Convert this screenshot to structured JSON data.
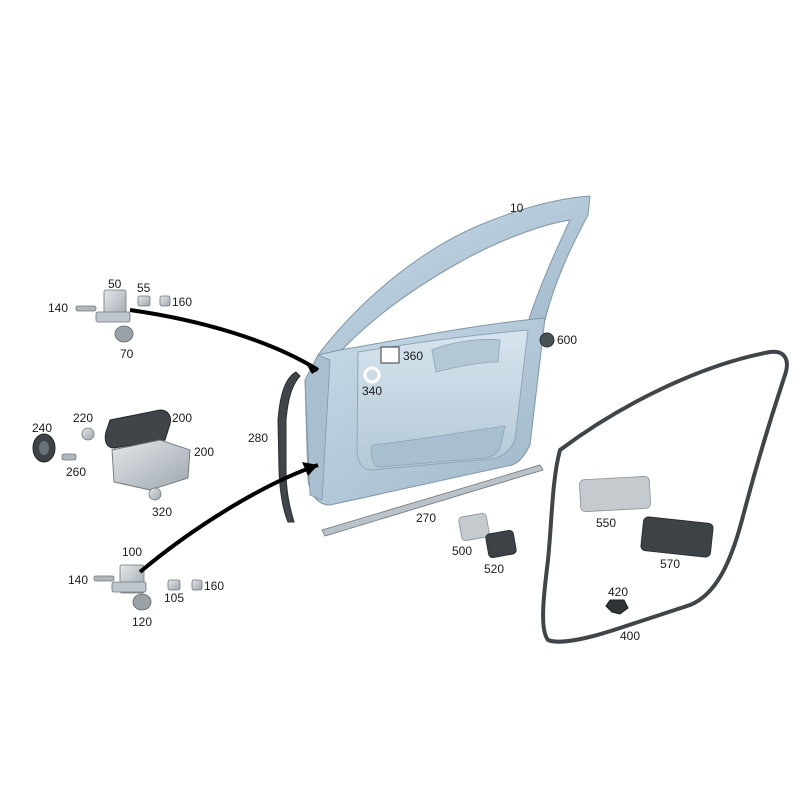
{
  "diagram": {
    "labels": {
      "door_shell": "10",
      "upper_hinge": "50",
      "hinge_cap_upper": "55",
      "plug_upper": "160",
      "bolt_upper": "140",
      "hinge_nut_upper": "70",
      "grommet_square": "360",
      "grommet_round": "340",
      "plug_600": "600",
      "cover_240": "240",
      "screw_220": "220",
      "housing_200": "200",
      "motor_200": "200",
      "screw_260": "260",
      "screw_320": "320",
      "seal_280": "280",
      "lower_hinge": "100",
      "bolt_lower": "140",
      "hinge_cap_lower": "105",
      "plug_lower": "160",
      "hinge_nut_lower": "120",
      "strip_270": "270",
      "pad_500": "500",
      "pad_520": "520",
      "pad_550": "550",
      "pad_570": "570",
      "clip_420": "420",
      "door_seal_400": "400"
    }
  }
}
